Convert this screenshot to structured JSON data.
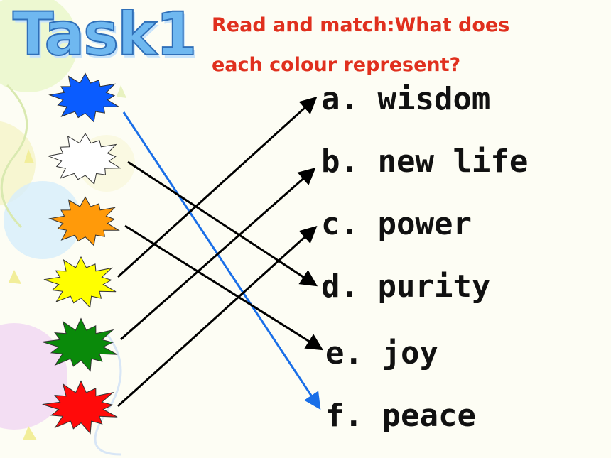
{
  "title": "Task1",
  "instruction": "Read and match:What does each colour represent?",
  "colours": [
    {
      "name": "blue",
      "fill": "#0a5cff"
    },
    {
      "name": "white",
      "fill": "#ffffff"
    },
    {
      "name": "orange",
      "fill": "#ff9a0a"
    },
    {
      "name": "yellow",
      "fill": "#ffff00"
    },
    {
      "name": "green",
      "fill": "#0a8a0a"
    },
    {
      "name": "red",
      "fill": "#ff0a0a"
    }
  ],
  "options": [
    {
      "letter": "a.",
      "text": "wisdom"
    },
    {
      "letter": "b.",
      "text": "new life"
    },
    {
      "letter": "c.",
      "text": "power"
    },
    {
      "letter": "d.",
      "text": "purity"
    },
    {
      "letter": "e.",
      "text": "joy"
    },
    {
      "letter": "f.",
      "text": "peace"
    }
  ],
  "matches": [
    {
      "colour": "blue",
      "option": "f",
      "color": "#1a6fe8"
    },
    {
      "colour": "white",
      "option": "d",
      "color": "#000000"
    },
    {
      "colour": "orange",
      "option": "e",
      "color": "#000000"
    },
    {
      "colour": "yellow",
      "option": "a",
      "color": "#000000"
    },
    {
      "colour": "green",
      "option": "b",
      "color": "#000000"
    },
    {
      "colour": "red",
      "option": "c",
      "color": "#000000"
    }
  ],
  "colors": {
    "title": "#6fb8f0",
    "instruction": "#e0301e",
    "text": "#111111"
  }
}
